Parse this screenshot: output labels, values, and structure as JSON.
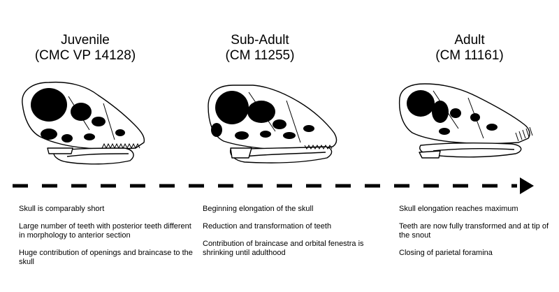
{
  "stages": [
    {
      "name": "Juvenile",
      "specimen": "(CMC VP 14128)",
      "notes": [
        "Skull is comparably short",
        "Large number of teeth with posterior teeth different in morphology to anterior section",
        "Huge contribution of openings and braincase to the skull"
      ]
    },
    {
      "name": "Sub-Adult",
      "specimen": "(CM 11255)",
      "notes": [
        "Beginning elongation of the skull",
        "Reduction and transformation of teeth",
        "Contribution of braincase and orbital fenestra is shrinking until adulthood"
      ]
    },
    {
      "name": "Adult",
      "specimen": "(CM 11161)",
      "notes": [
        "Skull elongation reaches maximum",
        "Teeth are now fully transformed and at tip of the snout",
        "Closing of parietal foramina"
      ]
    }
  ],
  "timeline": {
    "line_color": "#000000",
    "arrow_color": "#000000"
  }
}
